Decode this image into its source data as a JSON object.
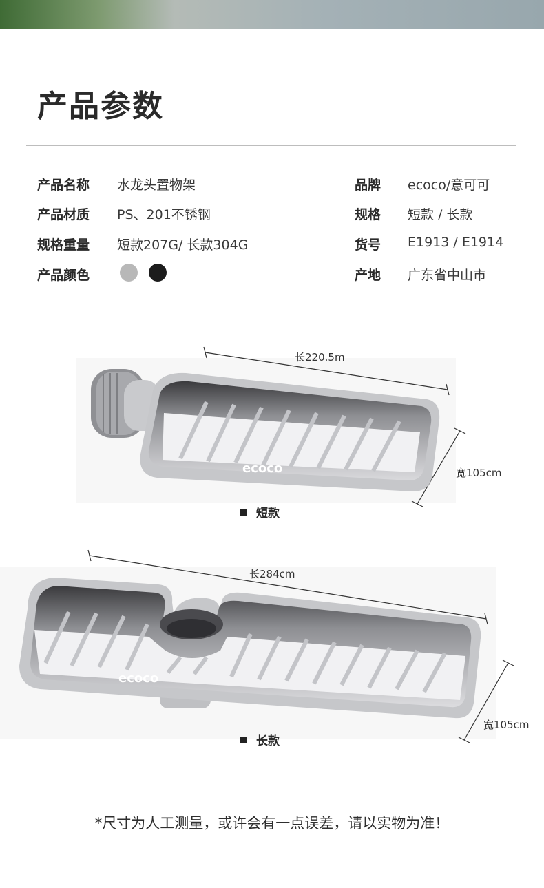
{
  "title": "产品参数",
  "specs_left": [
    {
      "label": "产品名称",
      "value": "水龙头置物架"
    },
    {
      "label": "产品材质",
      "value": "PS、201不锈钢"
    },
    {
      "label": "规格重量",
      "value": "短款207G/ 长款304G"
    },
    {
      "label": "产品颜色",
      "value": ""
    }
  ],
  "specs_right": [
    {
      "label": "品牌",
      "value": "ecoco/意可可"
    },
    {
      "label": "规格",
      "value": "短款 / 长款"
    },
    {
      "label": "货号",
      "value": "E1913 / E1914"
    },
    {
      "label": "产地",
      "value": "广东省中山市"
    }
  ],
  "colors": {
    "swatch_gray": "#b8b8b8",
    "swatch_black": "#1c1c1c"
  },
  "short": {
    "length_label": "长220.5m",
    "width_label": "宽105cm",
    "caption": "短款",
    "logo": "ecoco"
  },
  "long": {
    "length_label": "长284cm",
    "width_label": "宽105cm",
    "caption": "长款",
    "logo": "ecoco"
  },
  "footnote": "*尺寸为人工测量，或许会有一点误差，请以实物为准！"
}
